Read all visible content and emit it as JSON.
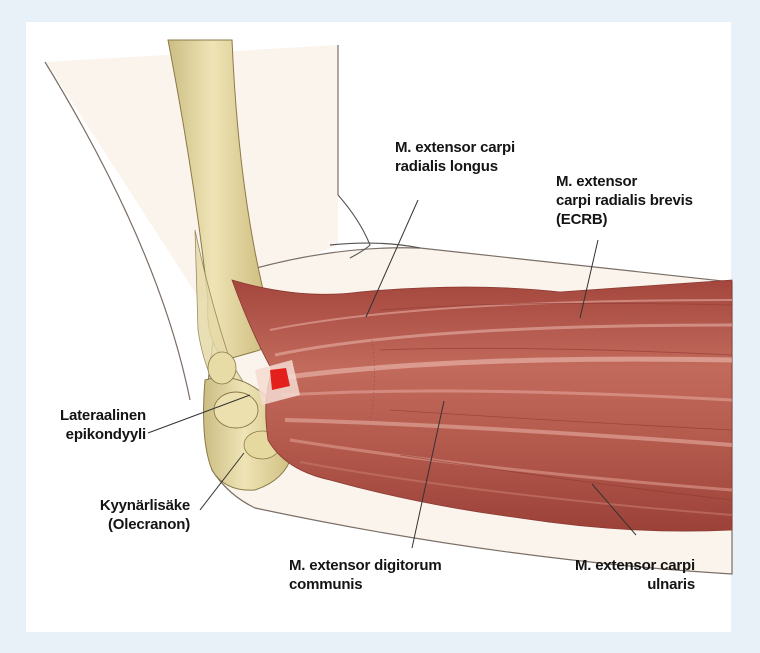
{
  "labels": {
    "ecrl": "M. extensor carpi\nradialis longus",
    "ecrb": "M. extensor\ncarpi radialis brevis\n(ECRB)",
    "lateral_epicondyle": "Lateraalinen\nepikondyyli",
    "olecranon": "Kyynärlisäke\n(Olecranon)",
    "edc": "M. extensor digitorum\ncommunis",
    "ecu": "M. extensor carpi\nulnaris"
  },
  "colors": {
    "background": "#e9f1f8",
    "panel": "#ffffff",
    "skin": "#fbf4ec",
    "bone": "#e3d6a2",
    "muscle": "#b4584c",
    "muscle_light": "#d99a8c",
    "insertion": "#e3201b",
    "leader": "#333333"
  }
}
